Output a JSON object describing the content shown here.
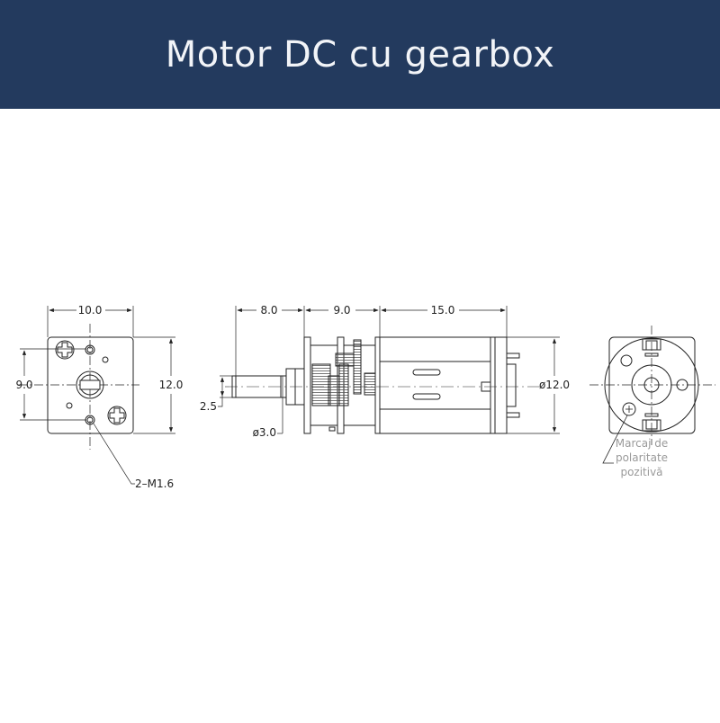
{
  "header": {
    "title": "Motor DC cu gearbox",
    "background_color": "#233a5e",
    "text_color": "#f2f4f8"
  },
  "drawing": {
    "front_view": {
      "dimensions": {
        "width": "10.0",
        "height": "12.0",
        "hole_spacing": "9.0"
      },
      "callout": "2–M1.6"
    },
    "side_view": {
      "dimensions": {
        "shaft_length": "8.0",
        "gearbox_length": "9.0",
        "motor_length": "15.0",
        "shaft_flat": "2.5",
        "shaft_diameter": "ø3.0",
        "motor_diameter": "ø12.0"
      }
    },
    "rear_view": {
      "note_lines": [
        "Marcaj de",
        "polaritate",
        "pozitivă"
      ],
      "note_color": "#9a9a9a"
    },
    "line_color": "#222222"
  }
}
